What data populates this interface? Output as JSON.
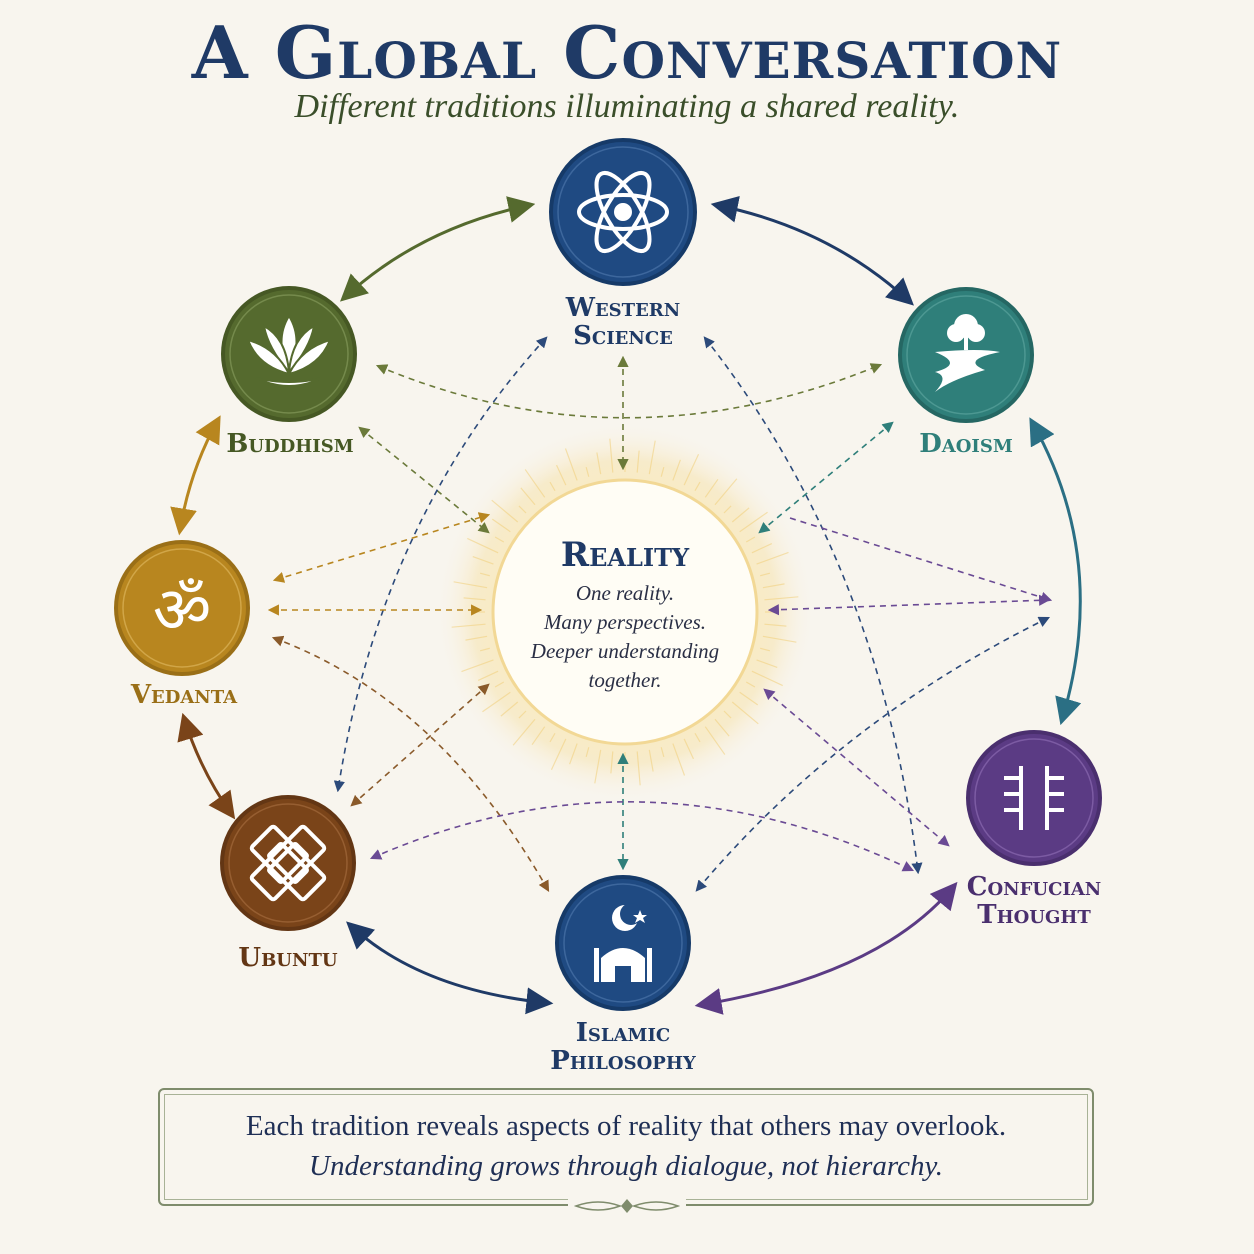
{
  "title": "A Global Conversation",
  "subtitle": "Different traditions illuminating a shared reality.",
  "center": {
    "title": "Reality",
    "lines": [
      "One reality.",
      "Many perspectives.",
      "Deeper understanding",
      "together."
    ]
  },
  "nodes": [
    {
      "id": "western-science",
      "label_lines": [
        "Western",
        "Science"
      ],
      "color": "#1f4a82",
      "icon": "atom-icon"
    },
    {
      "id": "daoism",
      "label_lines": [
        "Daoism"
      ],
      "color": "#2f7f7a",
      "icon": "tree-path-icon"
    },
    {
      "id": "confucian-thought",
      "label_lines": [
        "Confucian",
        "Thought"
      ],
      "color": "#5b3b84",
      "icon": "confucian-glyph-icon"
    },
    {
      "id": "islamic-philosophy",
      "label_lines": [
        "Islamic",
        "Philosophy"
      ],
      "color": "#1f4a82",
      "icon": "crescent-mosque-icon"
    },
    {
      "id": "ubuntu",
      "label_lines": [
        "Ubuntu"
      ],
      "color": "#7a4419",
      "icon": "interlocking-knot-icon"
    },
    {
      "id": "vedanta",
      "label_lines": [
        "Vedanta"
      ],
      "color": "#b8861f",
      "icon": "om-icon"
    },
    {
      "id": "buddhism",
      "label_lines": [
        "Buddhism"
      ],
      "color": "#556a2e",
      "icon": "lotus-icon"
    }
  ],
  "footer": {
    "line1": "Each tradition reveals aspects of reality that others may overlook.",
    "line2": "Understanding grows through dialogue, not hierarchy."
  },
  "colors": {
    "title": "#1f3a66",
    "background": "#f8f5ee",
    "glow": "#f6dfa0"
  }
}
